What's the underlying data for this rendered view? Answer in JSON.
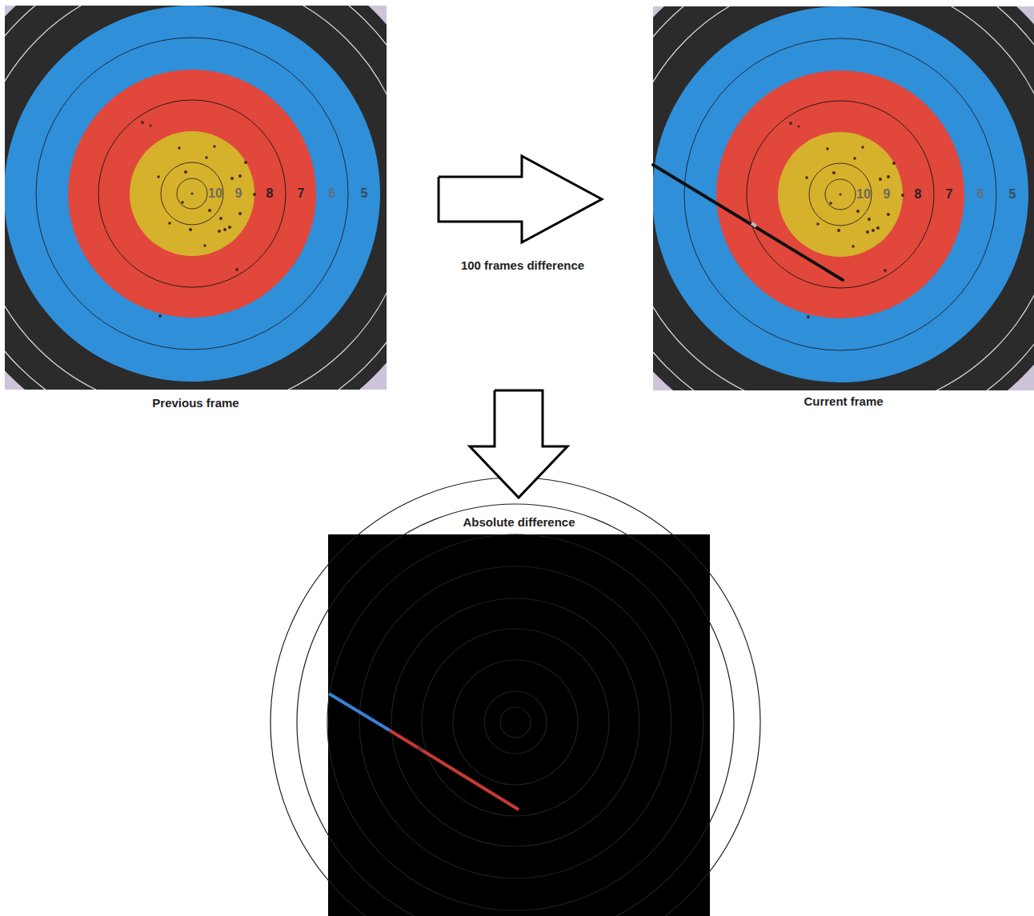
{
  "diagram": {
    "nodes": [
      {
        "text": [
          "Previous frame"
        ]
      },
      {
        "text": [
          "Current frame"
        ]
      },
      {
        "text": [
          "Absolute difference"
        ]
      }
    ],
    "edges": [
      {
        "from": 0,
        "to": 1,
        "arrow": "to",
        "label": "100 frames difference"
      },
      {
        "from": 1,
        "to": 2,
        "arrow": "to"
      }
    ],
    "labels": [
      "10",
      "9",
      "8",
      "7",
      "6",
      "5",
      "10",
      "9",
      "8",
      "7",
      "6",
      "5"
    ]
  }
}
